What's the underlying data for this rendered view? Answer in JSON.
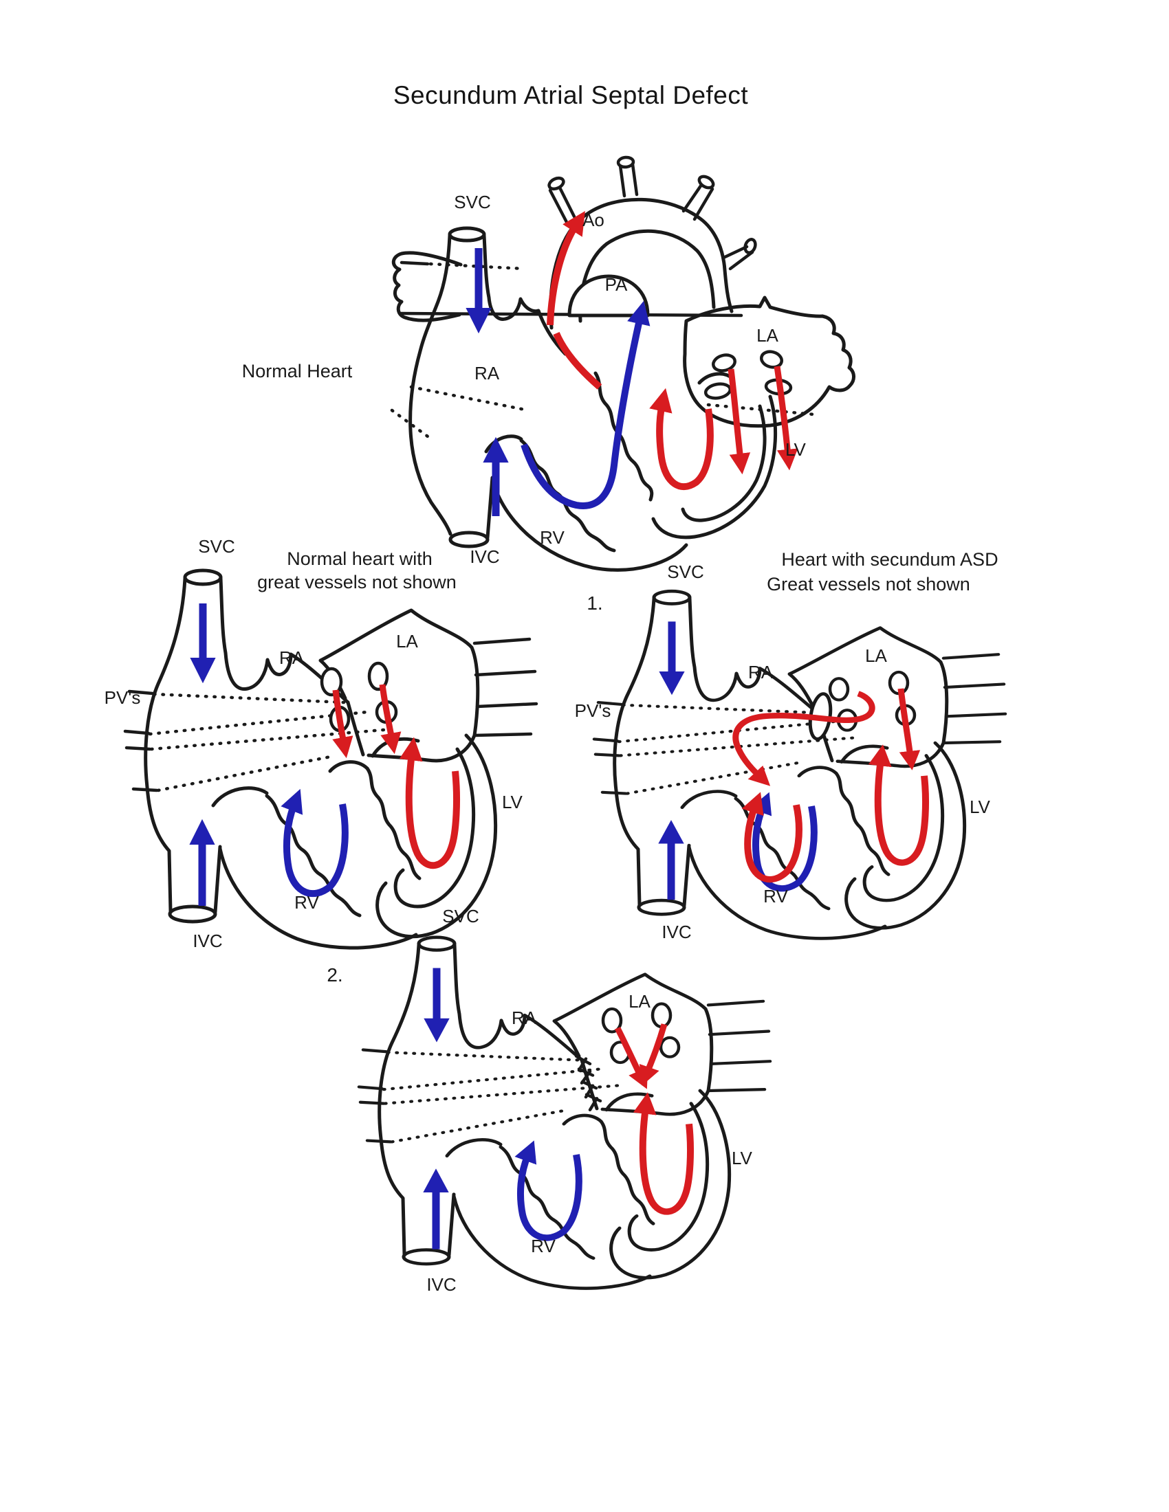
{
  "page_title": "Secundum Atrial Septal Defect",
  "colors": {
    "arterial_red": "#d81c20",
    "venous_blue": "#2020b2",
    "outline_ink": "#1a1a1a",
    "background": "#ffffff"
  },
  "hearts": {
    "top": {
      "caption": "Normal Heart",
      "labels": {
        "svc": "SVC",
        "ao": "Ao",
        "pa": "PA",
        "ra": "RA",
        "la": "LA",
        "lv": "LV",
        "rv": "RV",
        "ivc": "IVC"
      }
    },
    "left": {
      "caption_line1": "Normal heart with",
      "caption_line2": "great vessels not shown",
      "labels": {
        "svc": "SVC",
        "pvs": "PV's",
        "ra": "RA",
        "la": "LA",
        "lv": "LV",
        "rv": "RV",
        "ivc": "IVC"
      }
    },
    "right": {
      "number": "1.",
      "caption_line1": "Heart with secundum ASD",
      "caption_line2": "Great vessels not shown",
      "labels": {
        "svc": "SVC",
        "pvs": "PV's",
        "ra": "RA",
        "la": "LA",
        "lv": "LV",
        "rv": "RV",
        "ivc": "IVC"
      }
    },
    "bottom": {
      "number": "2.",
      "labels": {
        "svc": "SVC",
        "ra": "RA",
        "la": "LA",
        "lv": "LV",
        "rv": "RV",
        "ivc": "IVC"
      }
    }
  }
}
